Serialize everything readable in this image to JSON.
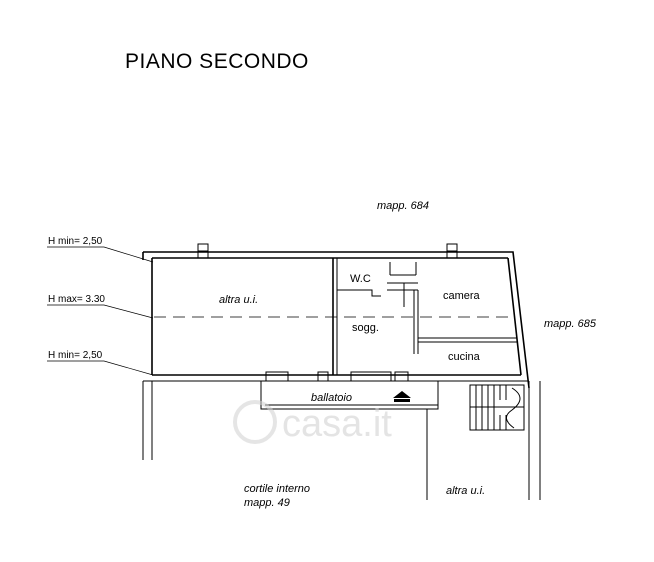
{
  "title": "PIANO SECONDO",
  "labels": {
    "mapp_684": "mapp. 684",
    "mapp_685": "mapp. 685",
    "h_min_top": "H min= 2,50",
    "h_max": "H max= 3.30",
    "h_min_bottom": "H min= 2,50",
    "wc": "W.C",
    "camera": "camera",
    "sogg": "sogg.",
    "cucina": "cucina",
    "altra_ui_left": "altra u.i.",
    "ballatoio": "ballatoio",
    "cortile_line1": "cortile interno",
    "cortile_line2": "mapp. 49",
    "altra_ui_bottom": "altra u.i."
  },
  "watermark": "casa.it",
  "colors": {
    "line": "#000000",
    "watermark": "#cfcfcf"
  }
}
